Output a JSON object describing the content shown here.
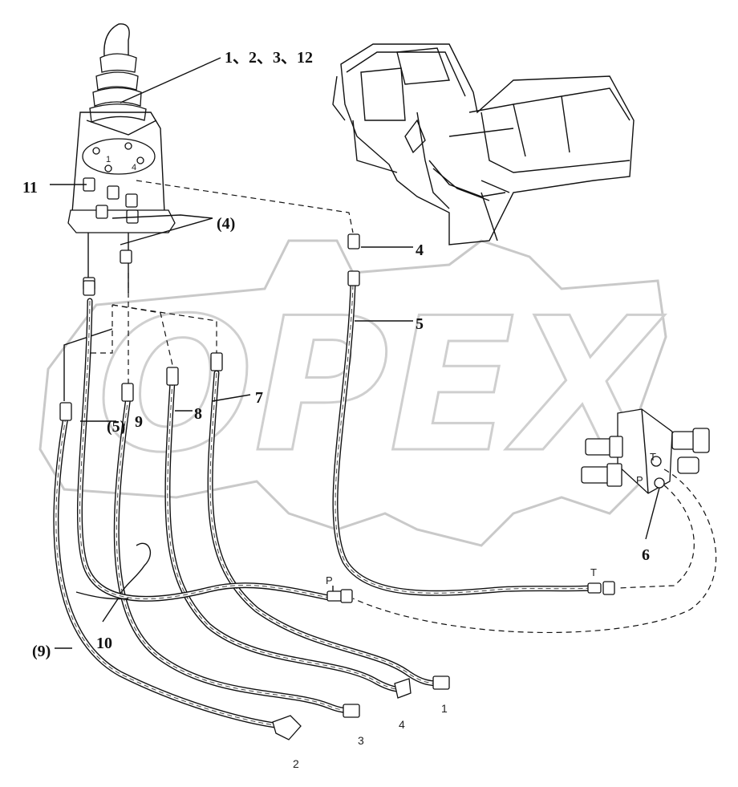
{
  "callouts": {
    "c_1_2_3_12": "1、2、3、12",
    "c_11": "11",
    "c_4p": "(4)",
    "c_4": "4",
    "c_5": "5",
    "c_7": "7",
    "c_8": "8",
    "c_5p": "(5)",
    "c_9": "9",
    "c_6": "6",
    "c_10": "10",
    "c_9p": "(9)"
  },
  "port_labels": {
    "p_hose": "P",
    "t_hose": "T",
    "t_valve": "T",
    "p_valve": "P",
    "top_1": "1",
    "top_4": "4"
  },
  "hose_end_labels": {
    "end_1": "1",
    "end_4": "4",
    "end_3": "3",
    "end_2": "2"
  },
  "watermark": "OPEX",
  "colors": {
    "ink": "#111111",
    "watermark": "#c9c9c9",
    "background": "#ffffff"
  }
}
